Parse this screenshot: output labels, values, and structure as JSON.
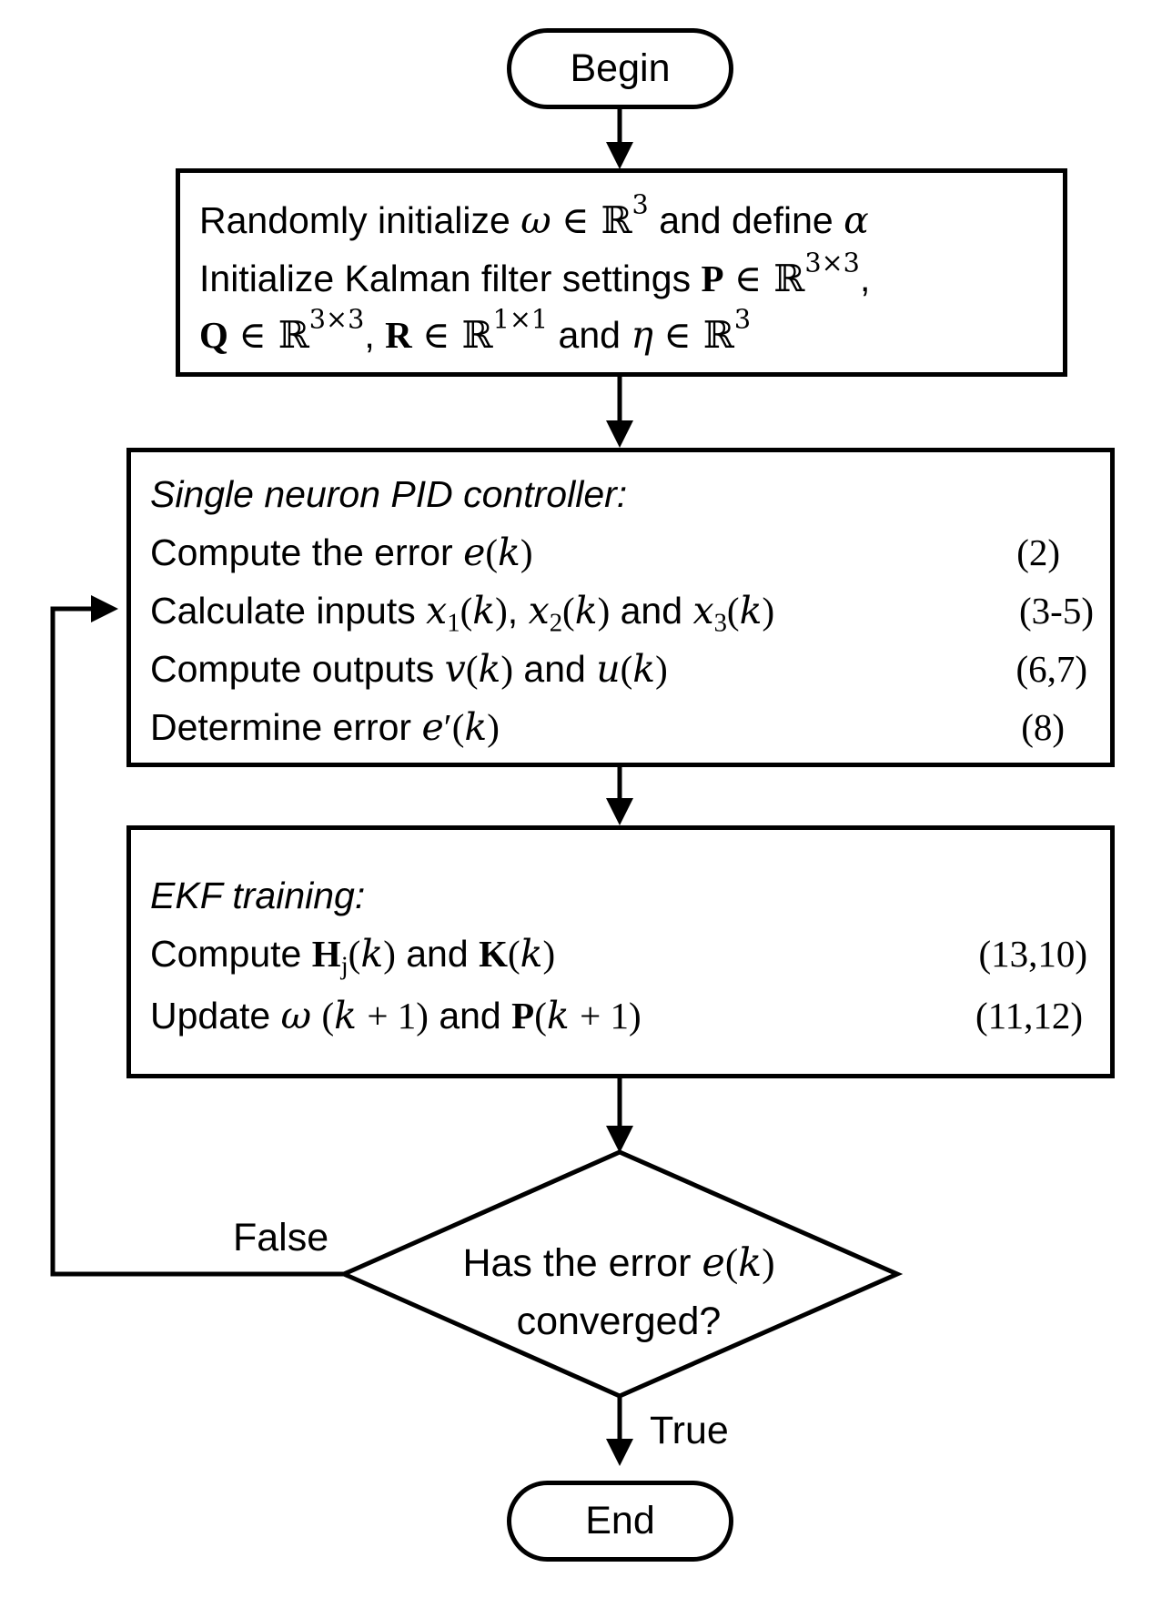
{
  "begin": "Begin",
  "end": "End",
  "init": {
    "line1_a": "Randomly initialize ",
    "line1_b": " and define ",
    "line2_a": "Initialize Kalman filter settings ",
    "line3_a": " and "
  },
  "pid": {
    "title": "Single neuron PID controller:",
    "step1": "Compute the error",
    "step2_a": "Calculate inputs",
    "step2_b": "and",
    "step3_a": "Compute outputs",
    "step3_b": "and",
    "step4": "Determine error",
    "ref1": "(2)",
    "ref2": "(3-5)",
    "ref3": "(6,7)",
    "ref4": "(8)"
  },
  "ekf": {
    "title": "EKF training:",
    "step1_a": "Compute",
    "step1_b": "and",
    "step2_a": "Update",
    "step2_b": "and",
    "ref1": "(13,10)",
    "ref2": "(11,12)"
  },
  "decision": {
    "line1": "Has the error",
    "line2": "converged?",
    "false_label": "False",
    "true_label": "True"
  }
}
